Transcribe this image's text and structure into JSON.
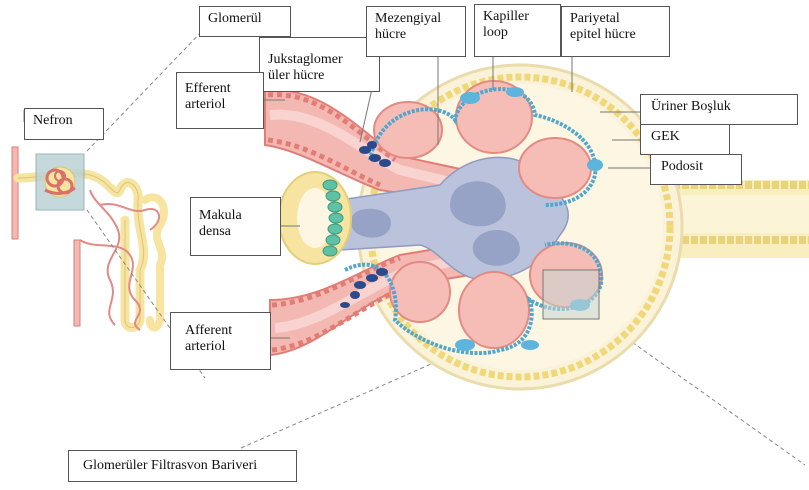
{
  "labels": {
    "glomerul": "Glomerül",
    "mezengiyal": "Mezengiyal\nhücre",
    "kapiller": "Kapiller\nloop",
    "pariyetal": "Pariyetal\nepitel hücre",
    "jukstaglomeruler": "Jukstaglomer\nüler hücre",
    "efferent": "Efferent\narteriol",
    "nefron": "Nefron",
    "uriner": "Üriner Boşluk",
    "gek": "GEK",
    "podosit": "Podosit",
    "makula": "Makula\ndensa",
    "afferent": "Afferent\narteriol",
    "bariyer": "Glomerüler Filtrasvon Bariveri"
  },
  "colors": {
    "capsule_fill": "#f9f1d2",
    "capsule_outline": "#ecdca6",
    "arteriole": "#f3b8b2",
    "arteriole_dark": "#e27d76",
    "mesangium": "#a9b4d1",
    "podocyte": "#4fa6cf",
    "jg_cells": "#2b4a8c",
    "macula_densa": "#5fc2a4",
    "tubule": "#f6e4a0"
  }
}
